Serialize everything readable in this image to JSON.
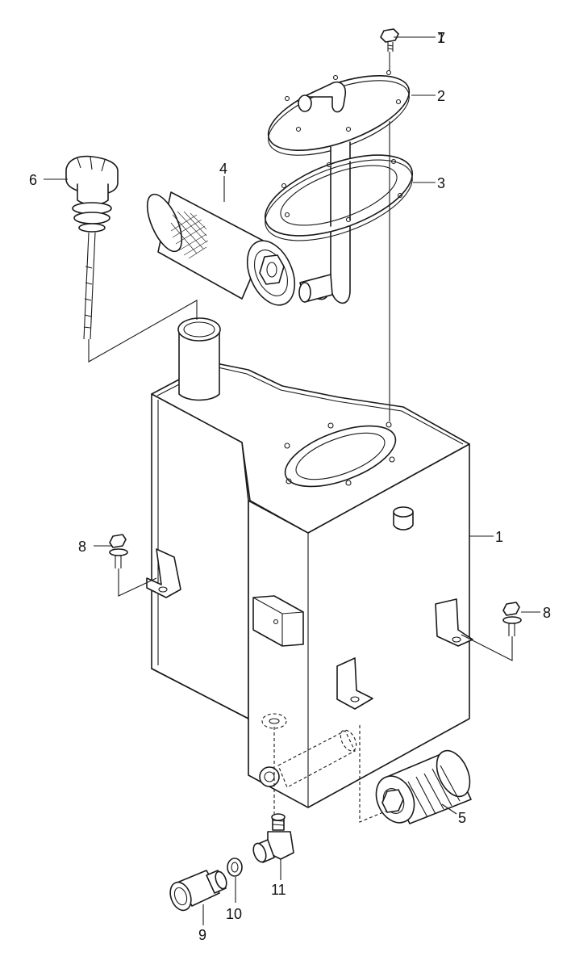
{
  "diagram": {
    "callouts": [
      {
        "id": "c1",
        "label": "1"
      },
      {
        "id": "c2",
        "label": "2"
      },
      {
        "id": "c3",
        "label": "3"
      },
      {
        "id": "c4",
        "label": "4"
      },
      {
        "id": "c5",
        "label": "5"
      },
      {
        "id": "c6",
        "label": "6"
      },
      {
        "id": "c7",
        "label": "7"
      },
      {
        "id": "c8a",
        "label": "8"
      },
      {
        "id": "c8b",
        "label": "8"
      },
      {
        "id": "c9",
        "label": "9"
      },
      {
        "id": "c10",
        "label": "10"
      },
      {
        "id": "c11",
        "label": "11"
      }
    ]
  }
}
